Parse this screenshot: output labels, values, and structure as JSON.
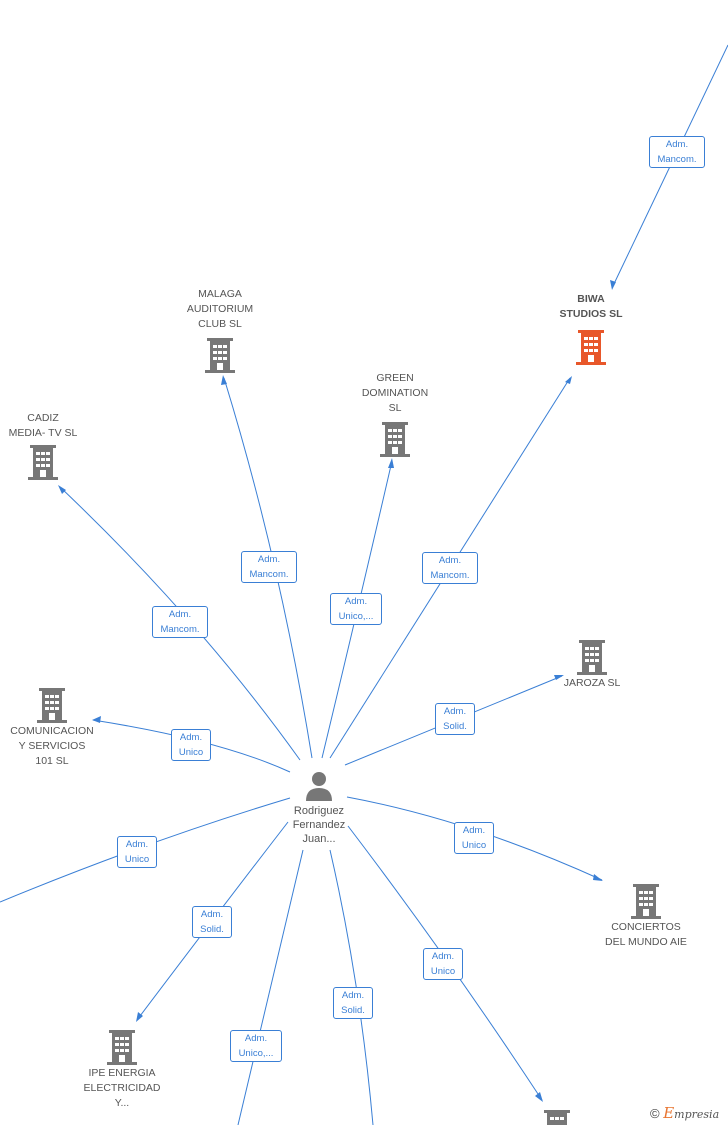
{
  "center": {
    "name": "Rodriguez\nFernandez\nJuan..."
  },
  "nodes": {
    "biwa": {
      "label": "BIWA\nSTUDIOS SL",
      "color": "#e8572a"
    },
    "malaga": {
      "label": "MALAGA\nAUDITORIUM\nCLUB SL"
    },
    "green": {
      "label": "GREEN\nDOMINATION\nSL"
    },
    "cadiz": {
      "label": "CADIZ\nMEDIA- TV SL"
    },
    "jaroza": {
      "label": "JAROZA SL"
    },
    "comunicacion": {
      "label": "COMUNICACION\nY SERVICIOS\n101 SL"
    },
    "conciertos": {
      "label": "CONCIERTOS\nDEL MUNDO AIE"
    },
    "ipe": {
      "label": "IPE ENERGIA\nELECTRICIDAD\nY..."
    }
  },
  "badges": {
    "top": "Adm.\nMancom.",
    "malaga": "Adm.\nMancom.",
    "biwa": "Adm.\nMancom.",
    "cadiz": "Adm.\nMancom.",
    "green": "Adm.\nUnico,...",
    "jaroza": "Adm.\nSolid.",
    "comunicacion": "Adm.\nUnico",
    "left": "Adm.\nUnico",
    "conciertos": "Adm.\nUnico",
    "ipe": "Adm.\nSolid.",
    "bottomright": "Adm.\nUnico",
    "bottom_solid": "Adm.\nSolid.",
    "bottom_unico": "Adm.\nUnico,..."
  },
  "colors": {
    "edge": "#3a7fd5",
    "building": "#777777",
    "highlight": "#e8572a"
  },
  "copyright": {
    "symbol": "©",
    "brand_first": "E",
    "brand_rest": "mpresia"
  }
}
